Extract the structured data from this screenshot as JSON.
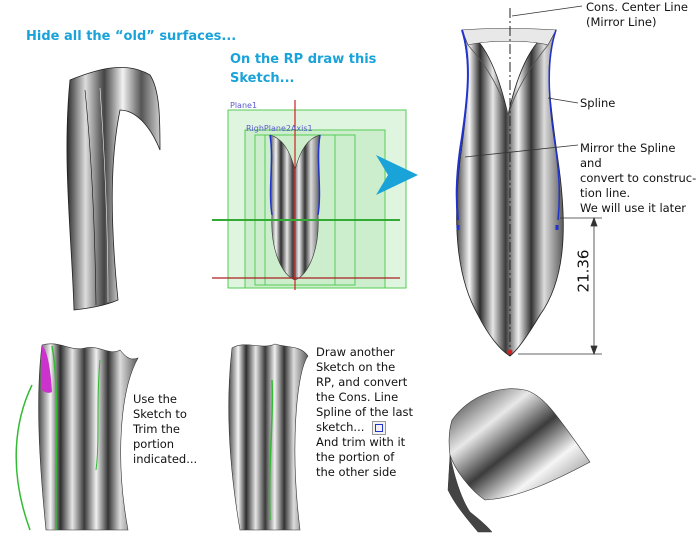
{
  "steps": {
    "hide": "Hide all the “old” surfaces...",
    "draw_line1": "On the RP draw this",
    "draw_line2": "Sketch...",
    "trim": [
      "Use the",
      "Sketch to",
      "Trim the",
      "portion",
      "indicated..."
    ],
    "another": [
      "Draw another",
      "Sketch on the",
      "RP, and convert",
      "the Cons. Line",
      "Spline of the last",
      "sketch...",
      "And trim with it",
      "the portion of",
      "the other side"
    ]
  },
  "sketch_view": {
    "plane_label": "Plane1",
    "axis_label": "RighPlane2Axis1"
  },
  "callouts": {
    "center_line_1": "Cons. Center Line",
    "center_line_2": "(Mirror Line)",
    "spline": "Spline",
    "mirror": [
      "Mirror the Spline and",
      "convert to construc-",
      "tion line.",
      "We will use it later"
    ]
  },
  "dimension": "21.36",
  "colors": {
    "accent": "#1aa3d8",
    "sketch_blue": "#2233cc",
    "sketch_green": "#33bb33",
    "magenta": "#cc33cc",
    "red": "#cc2222"
  }
}
